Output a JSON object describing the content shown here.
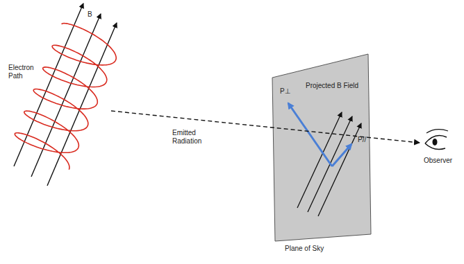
{
  "diagram": {
    "nodes": [
      {
        "text": [
          "Projected B Field",
          "P⊥",
          "P//",
          "Plane of Sky"
        ]
      }
    ],
    "labels": [
      "B",
      "Electron Path",
      "Emitted Radiation",
      "Observer"
    ]
  }
}
